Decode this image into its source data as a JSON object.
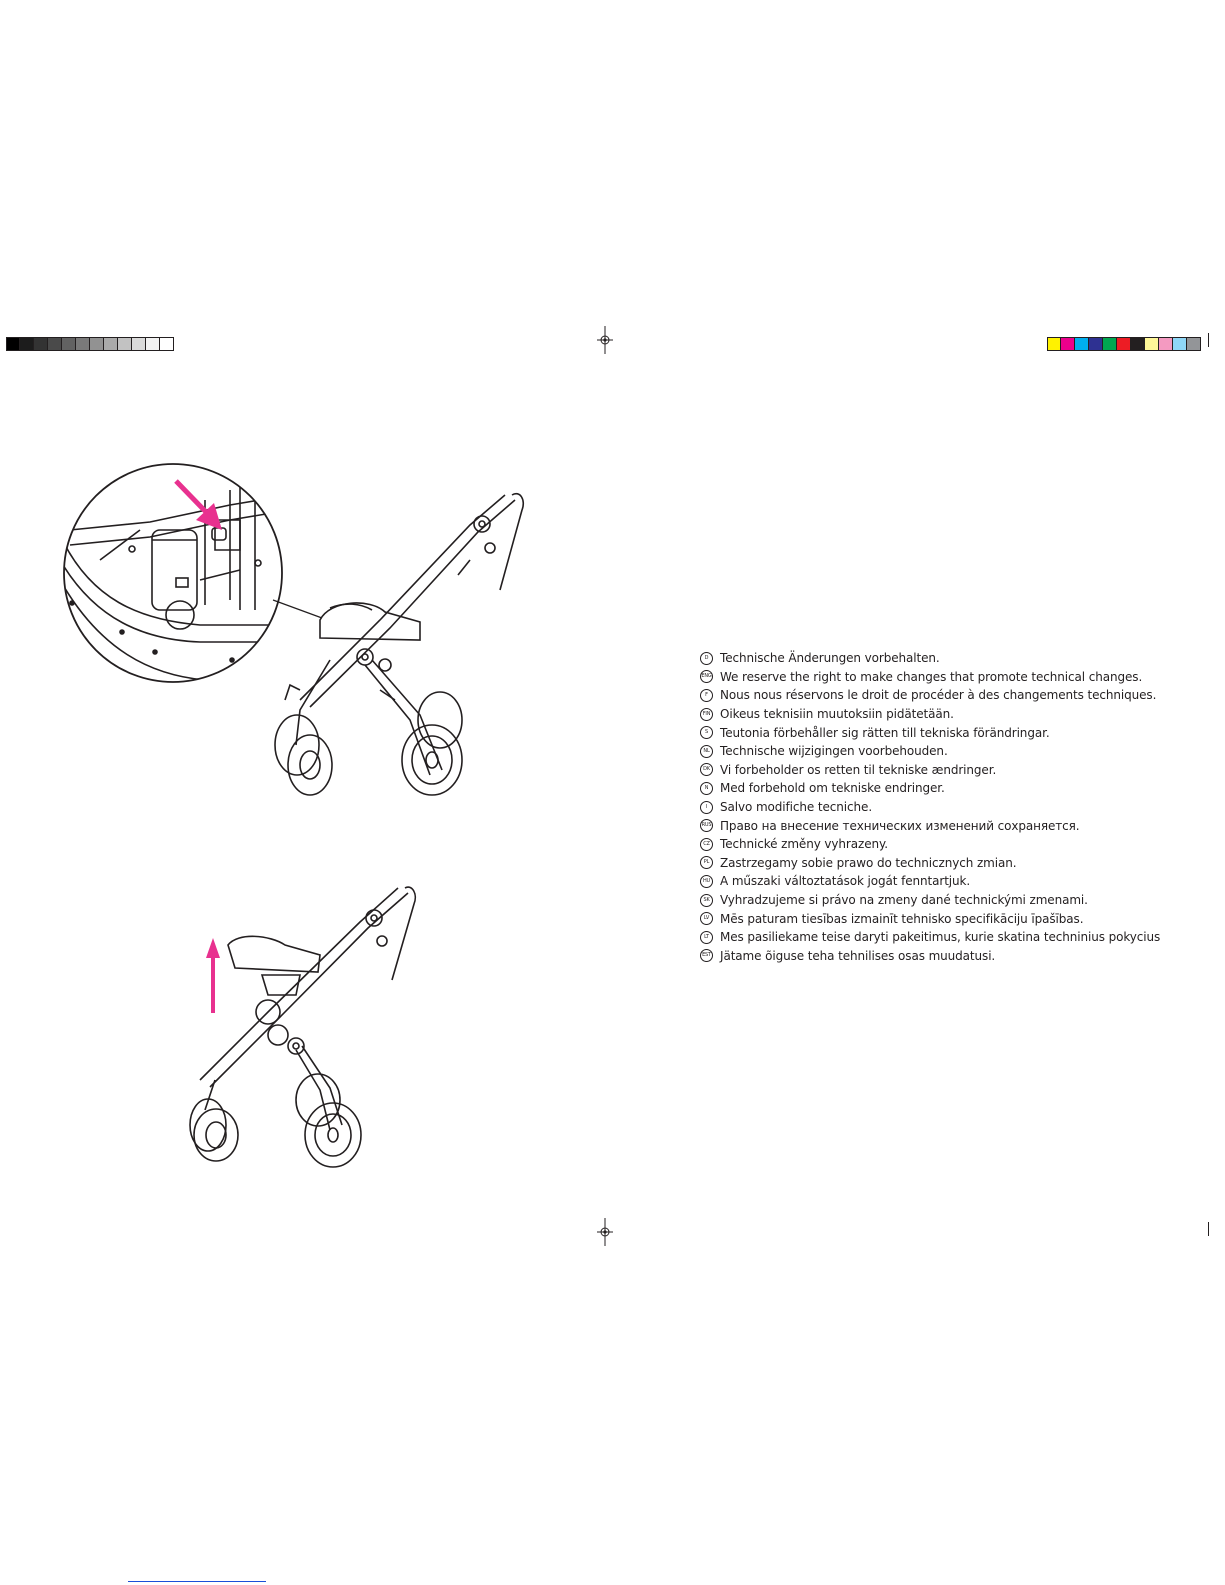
{
  "colors": {
    "ink": "#231f20",
    "magenta": "#e8318f",
    "gray_swatches": [
      "#000000",
      "#1c1c1c",
      "#333333",
      "#4a4a4a",
      "#626262",
      "#7a7a7a",
      "#929292",
      "#aaaaaa",
      "#c2c2c2",
      "#dadada",
      "#f2f2f2",
      "#ffffff"
    ],
    "color_swatches": [
      "#fff200",
      "#ec008c",
      "#00aeef",
      "#2e3192",
      "#00a651",
      "#ed1c24",
      "#231f20",
      "#fff799",
      "#f49ac1",
      "#8fd7f7",
      "#939598"
    ]
  },
  "icons": {
    "registration": "registration-mark-icon",
    "arrow_diagonal": "arrow-diagonal-icon",
    "arrow_up": "arrow-up-icon"
  },
  "illustrations": {
    "top": "stroller-frame-with-zoom-detail",
    "bottom": "stroller-frame-seat-adapter-lifted"
  },
  "languages": [
    {
      "code": "D",
      "text": "Technische Änderungen vorbehalten."
    },
    {
      "code": "ENG",
      "text": "We reserve the right to make changes that promote technical changes."
    },
    {
      "code": "F",
      "text": "Nous nous réservons le droit de procéder à des changements techniques."
    },
    {
      "code": "FIN",
      "text": "Oikeus teknisiin muutoksiin pidätetään."
    },
    {
      "code": "S",
      "text": "Teutonia förbehåller sig rätten till tekniska förändringar."
    },
    {
      "code": "NL",
      "text": "Technische wijzigingen voorbehouden."
    },
    {
      "code": "DK",
      "text": "Vi forbeholder os retten til tekniske ændringer."
    },
    {
      "code": "N",
      "text": "Med forbehold om tekniske endringer."
    },
    {
      "code": "I",
      "text": "Salvo modifiche tecniche."
    },
    {
      "code": "RUS",
      "text": "Право на внесение технических изменений сохраняется."
    },
    {
      "code": "CZ",
      "text": "Technické změny vyhrazeny."
    },
    {
      "code": "PL",
      "text": "Zastrzegamy sobie prawo do technicznych zmian."
    },
    {
      "code": "HU",
      "text": "A műszaki változtatások jogát fenntartjuk."
    },
    {
      "code": "SK",
      "text": "Vyhradzujeme si právo na zmeny dané technickými zmenami."
    },
    {
      "code": "LV",
      "text": "Mēs paturam tiesības izmainīt tehnisko specifikāciju īpašības."
    },
    {
      "code": "LT",
      "text": "Mes pasiliekame teise daryti pakeitimus, kurie skatina techninius pokycius"
    },
    {
      "code": "EST",
      "text": "Jätame õiguse teha tehnilises osas muudatusi."
    }
  ]
}
